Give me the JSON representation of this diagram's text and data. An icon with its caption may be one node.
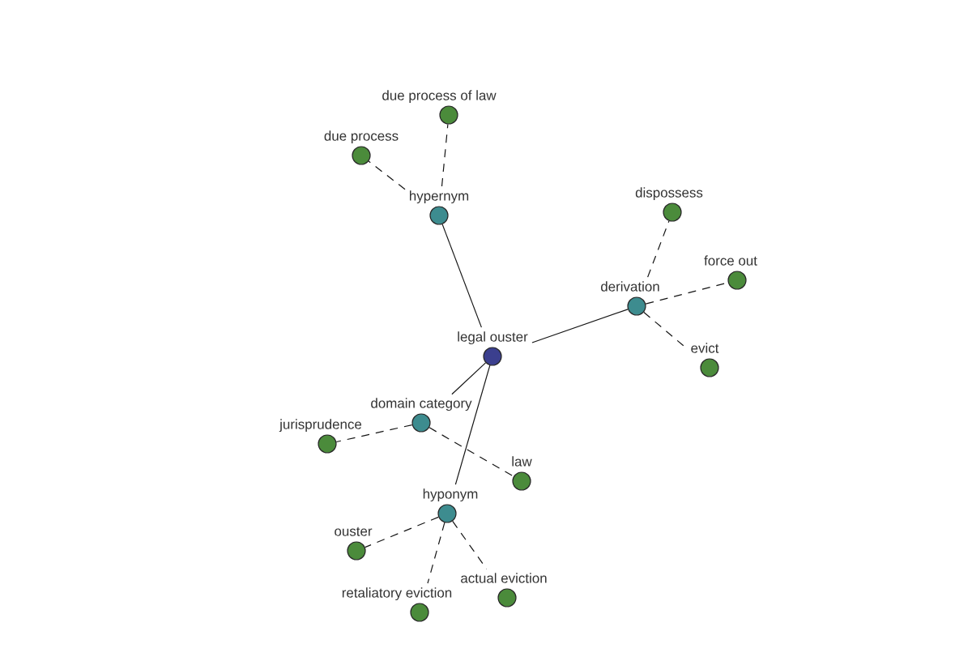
{
  "diagram": {
    "nodes": [
      {
        "text": [
          "legal ouster"
        ]
      },
      {
        "text": [
          "hypernym"
        ]
      },
      {
        "text": [
          "due process"
        ]
      },
      {
        "text": [
          "due process of law"
        ]
      },
      {
        "text": [
          "derivation"
        ]
      },
      {
        "text": [
          "dispossess"
        ]
      },
      {
        "text": [
          "force out"
        ]
      },
      {
        "text": [
          "evict"
        ]
      },
      {
        "text": [
          "domain category"
        ]
      },
      {
        "text": [
          "jurisprudence"
        ]
      },
      {
        "text": [
          "law"
        ]
      },
      {
        "text": [
          "hyponym"
        ]
      },
      {
        "text": [
          "ouster"
        ]
      },
      {
        "text": [
          "retaliatory eviction"
        ]
      },
      {
        "text": [
          "actual eviction"
        ]
      }
    ],
    "edges": [
      {
        "from": 0,
        "to": 1,
        "arrow": "none"
      },
      {
        "from": 1,
        "to": 2,
        "arrow": "none",
        "style": "dashed"
      },
      {
        "from": 1,
        "to": 3,
        "arrow": "none",
        "style": "dashed"
      },
      {
        "from": 0,
        "to": 4,
        "arrow": "none"
      },
      {
        "from": 4,
        "to": 5,
        "arrow": "none",
        "style": "dashed"
      },
      {
        "from": 4,
        "to": 6,
        "arrow": "none",
        "style": "dashed"
      },
      {
        "from": 4,
        "to": 7,
        "arrow": "none",
        "style": "dashed"
      },
      {
        "from": 0,
        "to": 8,
        "arrow": "none"
      },
      {
        "from": 8,
        "to": 9,
        "arrow": "none",
        "style": "dashed"
      },
      {
        "from": 8,
        "to": 10,
        "arrow": "none",
        "style": "dashed"
      },
      {
        "from": 0,
        "to": 11,
        "arrow": "none"
      },
      {
        "from": 11,
        "to": 12,
        "arrow": "none",
        "style": "dashed"
      },
      {
        "from": 11,
        "to": 13,
        "arrow": "none",
        "style": "dashed"
      },
      {
        "from": 11,
        "to": 14,
        "arrow": "none",
        "style": "dashed"
      }
    ]
  }
}
